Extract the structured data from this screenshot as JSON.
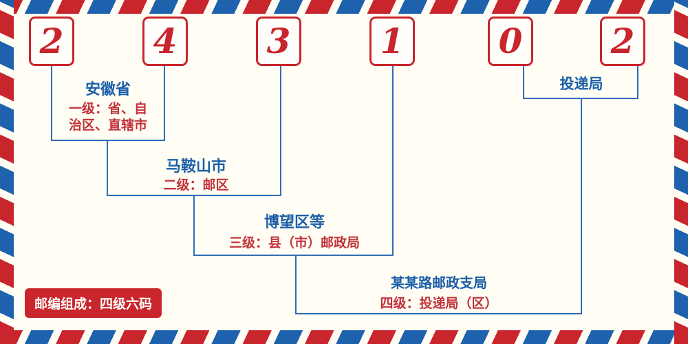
{
  "postal_code": {
    "digits": [
      "2",
      "4",
      "3",
      "1",
      "0",
      "2"
    ]
  },
  "levels": {
    "level1": {
      "title": "安徽省",
      "desc1": "一级：省、自",
      "desc2": "治区、直辖市"
    },
    "level2": {
      "title": "马鞍山市",
      "desc": "二级：邮区"
    },
    "level3": {
      "title": "博望区等",
      "desc": "三级：县（市）邮政局"
    },
    "level4": {
      "title": "某某路邮政支局",
      "desc": "四级：投递局（区）"
    },
    "delivery": {
      "title": "投递局"
    }
  },
  "footer": {
    "badge": "邮编组成：四级六码"
  },
  "colors": {
    "stripe_red": "#c9252c",
    "stripe_blue": "#1e62ad",
    "title_blue": "#1c5fa8",
    "desc_red": "#c2333a",
    "line_blue": "#2f6db8"
  }
}
